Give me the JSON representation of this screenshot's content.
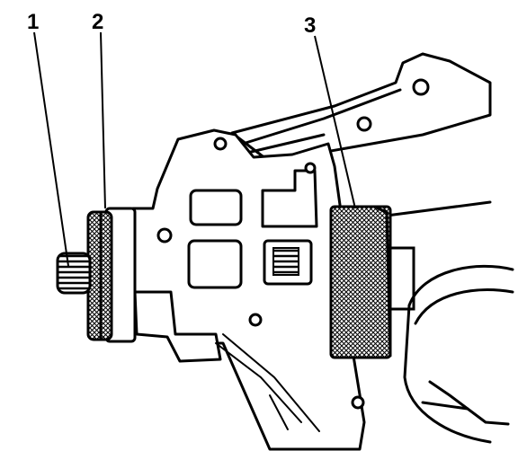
{
  "callouts": [
    {
      "id": "1",
      "label": "1"
    },
    {
      "id": "2",
      "label": "2"
    },
    {
      "id": "3",
      "label": "3"
    }
  ],
  "colors": {
    "ink": "#000000",
    "paper": "#ffffff",
    "knurl_shade": "#6e6e6e"
  }
}
